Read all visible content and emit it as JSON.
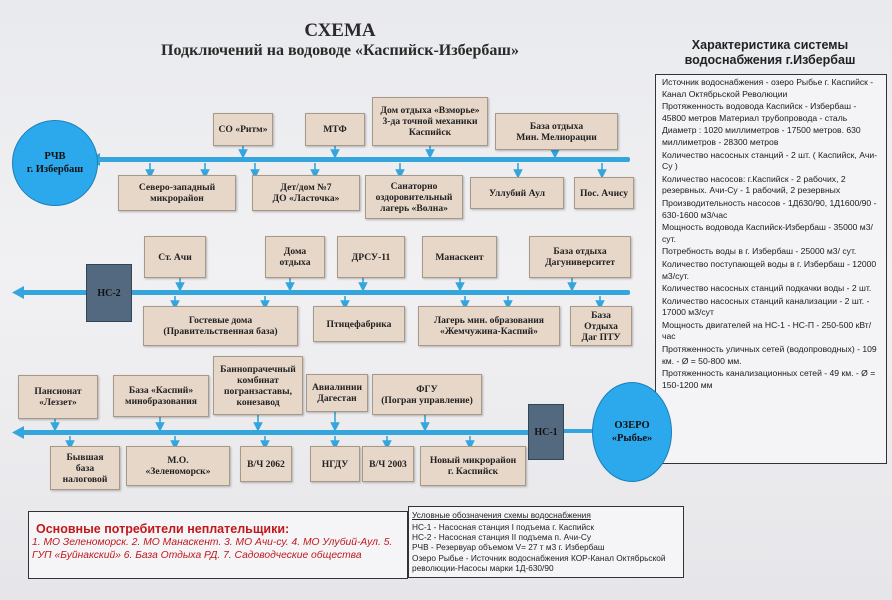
{
  "title": {
    "line1": "СХЕМА",
    "line2": "Подключений на водоводе «Каспийск-Избербаш»"
  },
  "characteristics": {
    "title": "Характеристика системы водоснабжения г.Избербаш",
    "items": [
      "Источник водоснабжения - озеро Рыбье г. Каспийск - Канал Октябрьской Революции",
      "Протяженность водовода Каспийск - Избербаш - 45800 метров Материал трубопровода - сталь",
      "Диаметр : 1020 миллиметров - 17500 метров. 630 миллиметров - 28300 метров",
      "Количество насосных станций - 2 шт. ( Каспийск, Ачи-Су )",
      "Количество насосов: г.Каспийск - 2 рабочих, 2 резервных. Ачи-Су - 1 рабочий, 2 резервных",
      "Производительность насосов - 1Д630/90, 1Д1600/90 - 630-1600 м3/час",
      "Мощность водовода Каспийск-Избербаш - 35000 м3/сут.",
      "Потребность воды в г. Избербаш - 25000 м3/ сут.",
      "Количество поступающей воды в г. Избербаш - 12000 м3/сут.",
      "Количество насосных станций подкачки воды - 2 шт.",
      "Количество насосных станций канализации - 2 шт. - 17000 м3/сут",
      "Мощность двигателей на НС-1 - НС-П - 250-500 кВт/час",
      "Протяженность уличных сетей (водопроводных) - 109 км. - Ø = 50-800 мм.",
      "Протяженность канализационных сетей - 49 км. - Ø = 150-1200 мм"
    ]
  },
  "nodes": {
    "rchv": "РЧВ\nг. Избербаш",
    "ozero": "ОЗЕРО\n«Рыбье»",
    "ns2": "НС-2",
    "ns1": "НС-1"
  },
  "row1_top": [
    "СО «Ритм»",
    "МТФ",
    "Дом отдыха «Взморье»\n3-да точной механики\nКаспийск",
    "База отдыха\nМин. Мелиорации"
  ],
  "row1_bottom": [
    "Северо-западный\nмикрорайон",
    "Дет/дом №7\nДО «Ласточка»",
    "Санаторно\nоздоровительный\nлагерь «Волна»",
    "Уллубий Аул",
    "Пос. Ачису"
  ],
  "row2_top": [
    "Ст. Ачи",
    "Дома\nотдыха",
    "ДРСУ-11",
    "Манаскент",
    "База отдыха\nДагуниверситет"
  ],
  "row2_bottom": [
    "Гостевые дома\n(Правительственная база)",
    "Птицефабрика",
    "Лагерь мин. образования\n«Жемчужина-Каспий»",
    "База\nОтдыха\nДаг ПТУ"
  ],
  "row3_top": [
    "Пансионат\n«Леззет»",
    "База «Каспий»\nминобразования",
    "Баннопрачечный\nкомбинат\nпогранзаставы,\nконезавод",
    "Авиалинии\nДагестан",
    "ФГУ\n(Погран управление)"
  ],
  "row3_bottom": [
    "Бывшая\nбаза\nналоговой",
    "М.О.\n«Зеленоморск»",
    "В/Ч 2062",
    "НГДУ",
    "В/Ч 2003",
    "Новый микрорайон\nг. Каспийск"
  ],
  "debtors": {
    "title": "Основные потребители неплательщики:",
    "text": "1. МО Зеленоморск. 2. МО Манаскент. 3. МО Ачи-су. 4. МО Улубий-Аул. 5. ГУП «Буйнакский» 6. База Отдыха РД. 7. Садоводческие общества"
  },
  "legend": {
    "title": "Условные обозначения схемы водоснабжения",
    "items": [
      "НС-1 - Насосная станция I подъема г. Каспийск",
      "НС-2 - Насосная станция II подъема п. Ачи-Су",
      "РЧВ - Резервуар объемом V= 27 т м3 г. Избербаш",
      "Озеро Рыбье - Источник водоснабжения КОР-Канал Октябрьской революции-Насосы марки 1Д-630/90"
    ]
  },
  "colors": {
    "pipe": "#35a5dd",
    "box_fill": "#e7d7c9",
    "station": "#53697f",
    "ellipse": "#2ba9ec",
    "debtors_text": "#c0181b"
  }
}
